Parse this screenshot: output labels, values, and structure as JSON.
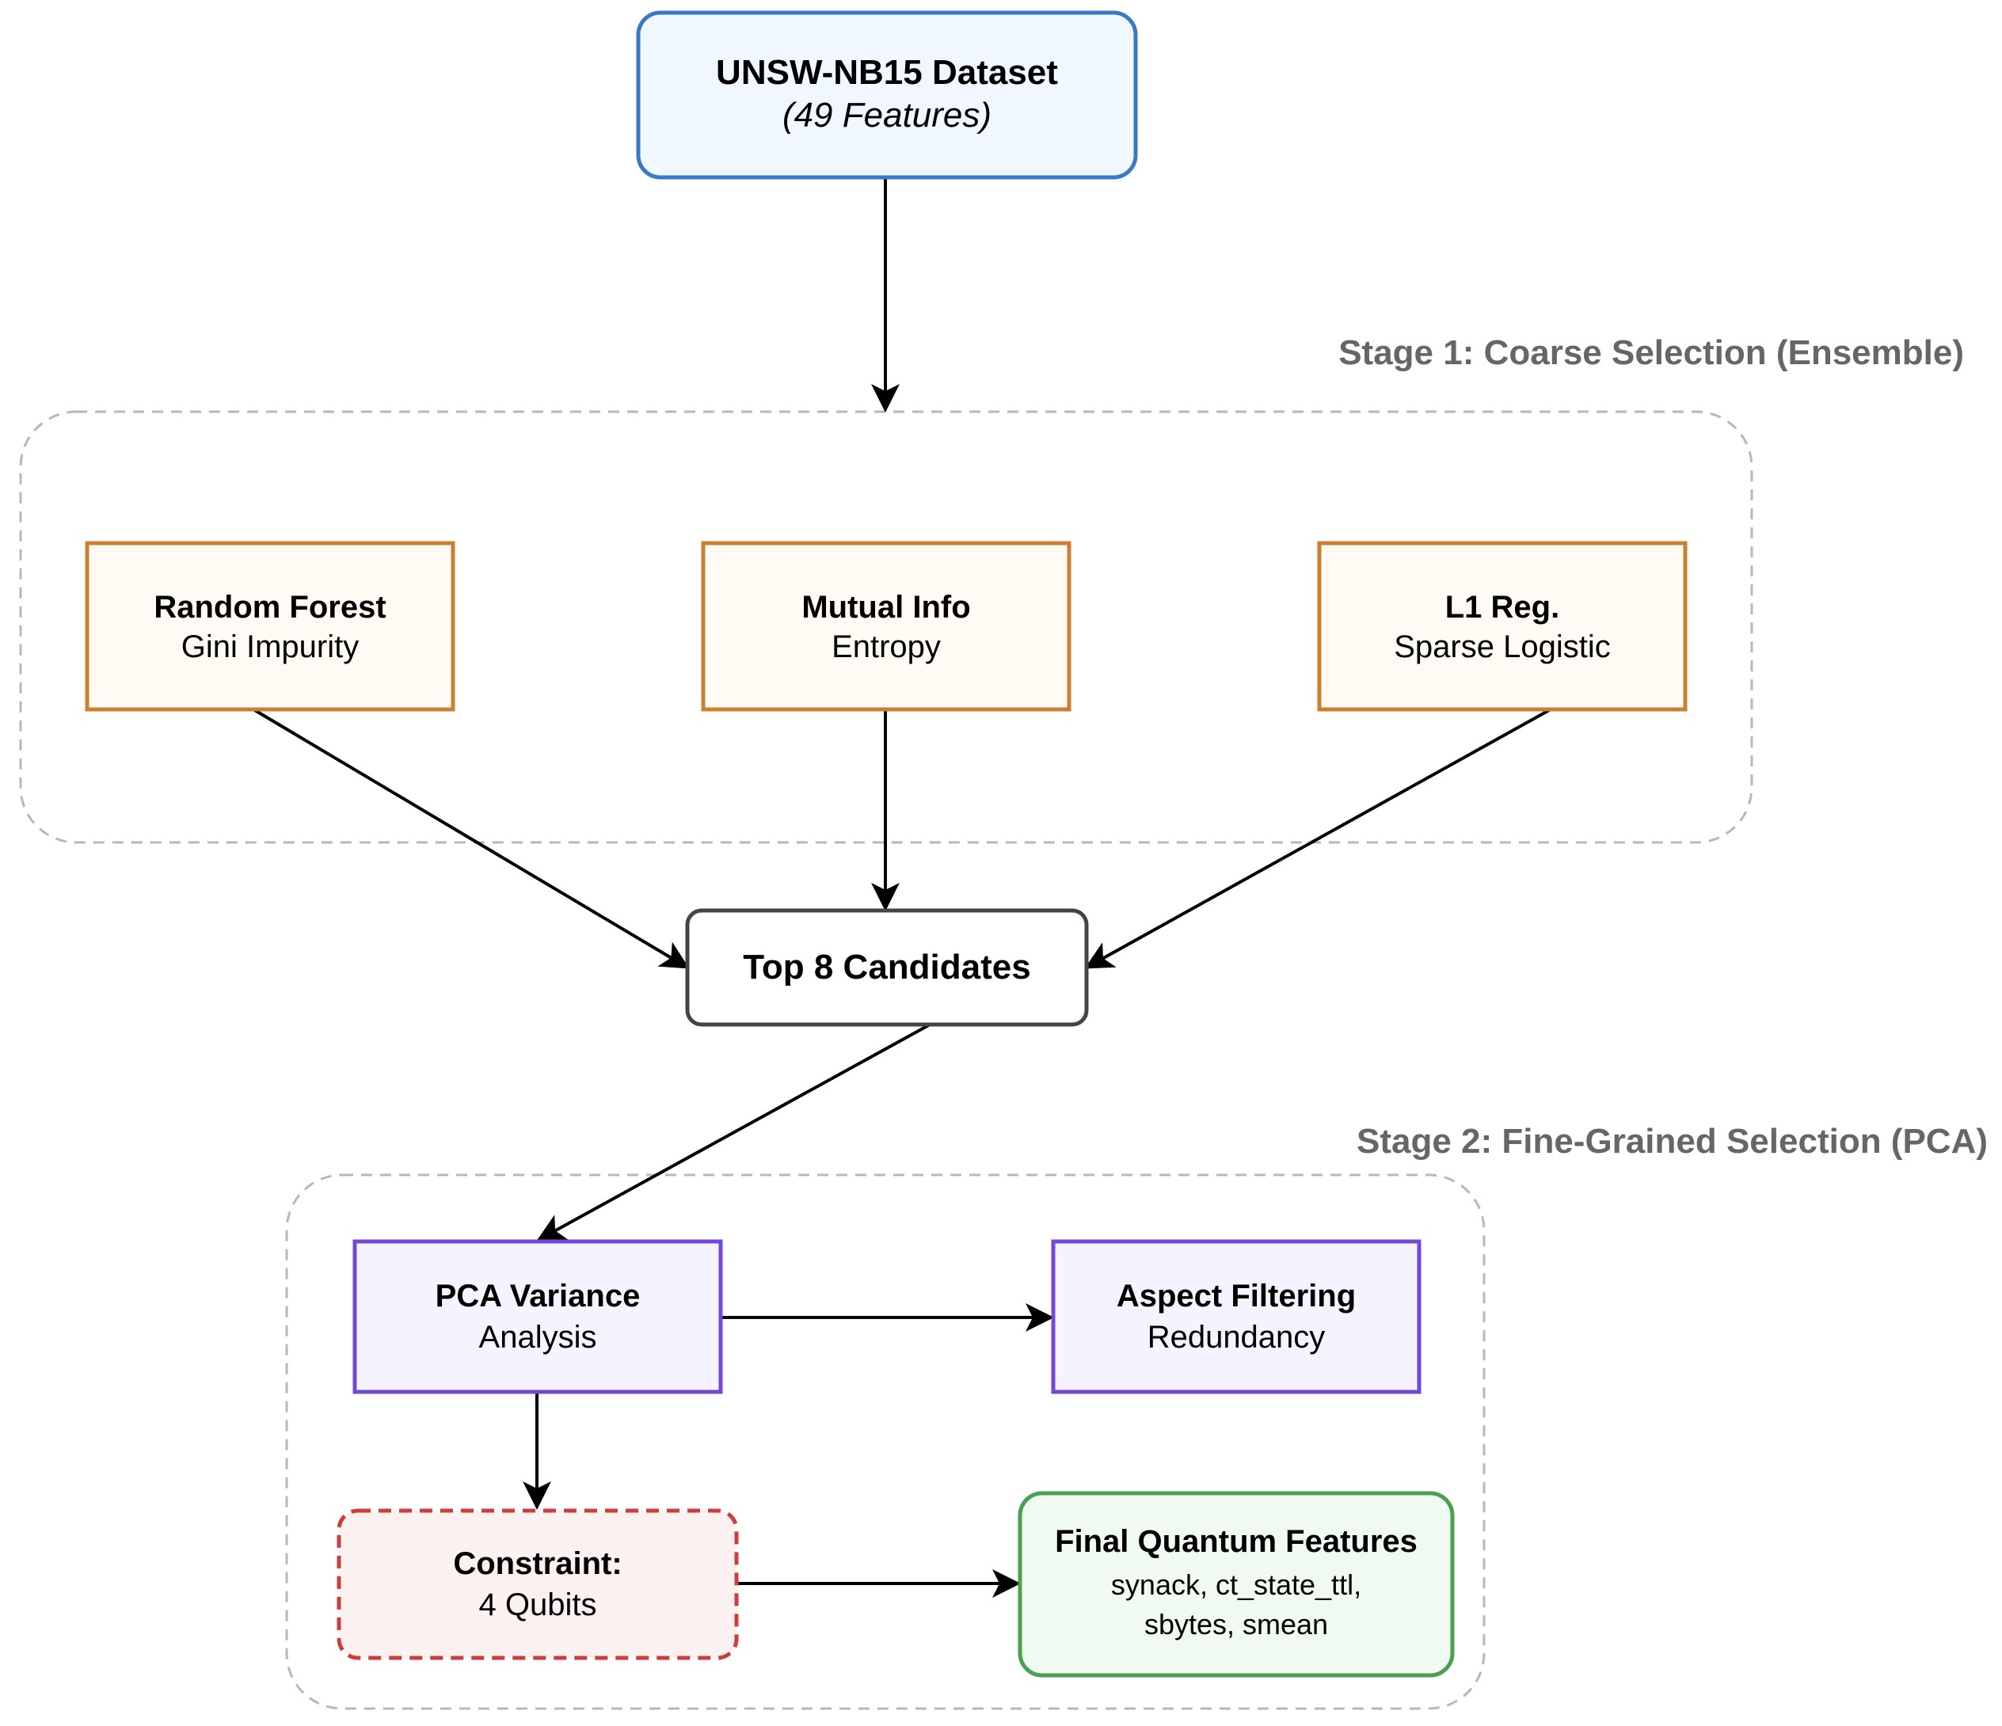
{
  "dataset": {
    "title": "UNSW-NB15 Dataset",
    "subtitle": "(49 Features)"
  },
  "stage1": {
    "label": "Stage 1: Coarse Selection (Ensemble)",
    "methods": [
      {
        "title": "Random Forest",
        "subtitle": "Gini Impurity"
      },
      {
        "title": "Mutual Info",
        "subtitle": "Entropy"
      },
      {
        "title": "L1 Reg.",
        "subtitle": "Sparse Logistic"
      }
    ]
  },
  "candidates": {
    "title": "Top 8 Candidates"
  },
  "stage2": {
    "label": "Stage 2: Fine-Grained Selection (PCA)",
    "pca": {
      "title": "PCA Variance",
      "subtitle": "Analysis"
    },
    "aspect": {
      "title": "Aspect Filtering",
      "subtitle": "Redundancy"
    },
    "constraint": {
      "title": "Constraint:",
      "subtitle": "4 Qubits"
    },
    "final": {
      "title": "Final Quantum Features",
      "line1": "synack, ct_state_ttl,",
      "line2": "sbytes, smean"
    }
  },
  "colors": {
    "dataset_stroke": "#3a78c3",
    "dataset_fill": "#f0f7fe",
    "method_stroke": "#cc7f33",
    "method_fill": "#fffaf3",
    "candidates_stroke": "#444444",
    "candidates_fill": "#ffffff",
    "pca_stroke": "#7448d6",
    "pca_fill": "#f5f3ff",
    "constraint_stroke": "#cc3d3d",
    "constraint_fill": "#fcf1f1",
    "final_stroke": "#4aa04f",
    "final_fill": "#f1faf1",
    "stage_border": "#b8b8b8",
    "stage_label": "#666666",
    "arrow": "#000000"
  }
}
